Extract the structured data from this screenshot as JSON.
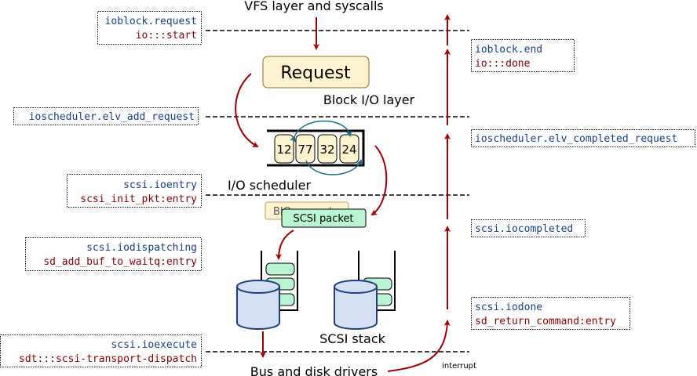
{
  "layers": {
    "vfs": "VFS layer and syscalls",
    "block": "Block I/O layer",
    "scheduler": "I/O scheduler",
    "scsi": "SCSI stack",
    "bus": "Bus and disk drivers"
  },
  "request_box": "Request",
  "queue_items": [
    "12",
    "77",
    "32",
    "24"
  ],
  "bio_request": "BIO request",
  "scsi_packet": "SCSI packet",
  "interrupt": "interrupt",
  "left_probes": [
    {
      "probe": "ioblock.request",
      "native": "io:::start"
    },
    {
      "probe": "ioscheduler.elv_add_request"
    },
    {
      "probe": "scsi.ioentry",
      "native": "scsi_init_pkt:entry"
    },
    {
      "probe": "scsi.iodispatching",
      "native": "sd_add_buf_to_waitq:entry"
    },
    {
      "probe": "scsi.ioexecute",
      "native": "sdt:::scsi-transport-dispatch"
    }
  ],
  "right_probes": [
    {
      "probe": "ioblock.end",
      "native": "io:::done"
    },
    {
      "probe": "ioscheduler.elv_completed_request"
    },
    {
      "probe": "scsi.iocompleted"
    },
    {
      "probe": "scsi.iodone",
      "native": "sd_return_command:entry"
    }
  ],
  "colors": {
    "probe": "#1a3f8a",
    "native": "#8b0000",
    "arrow": "#a00000",
    "request": "#fdf3cf",
    "packet": "#b8f5d0",
    "disk": "#d5e0f2"
  }
}
